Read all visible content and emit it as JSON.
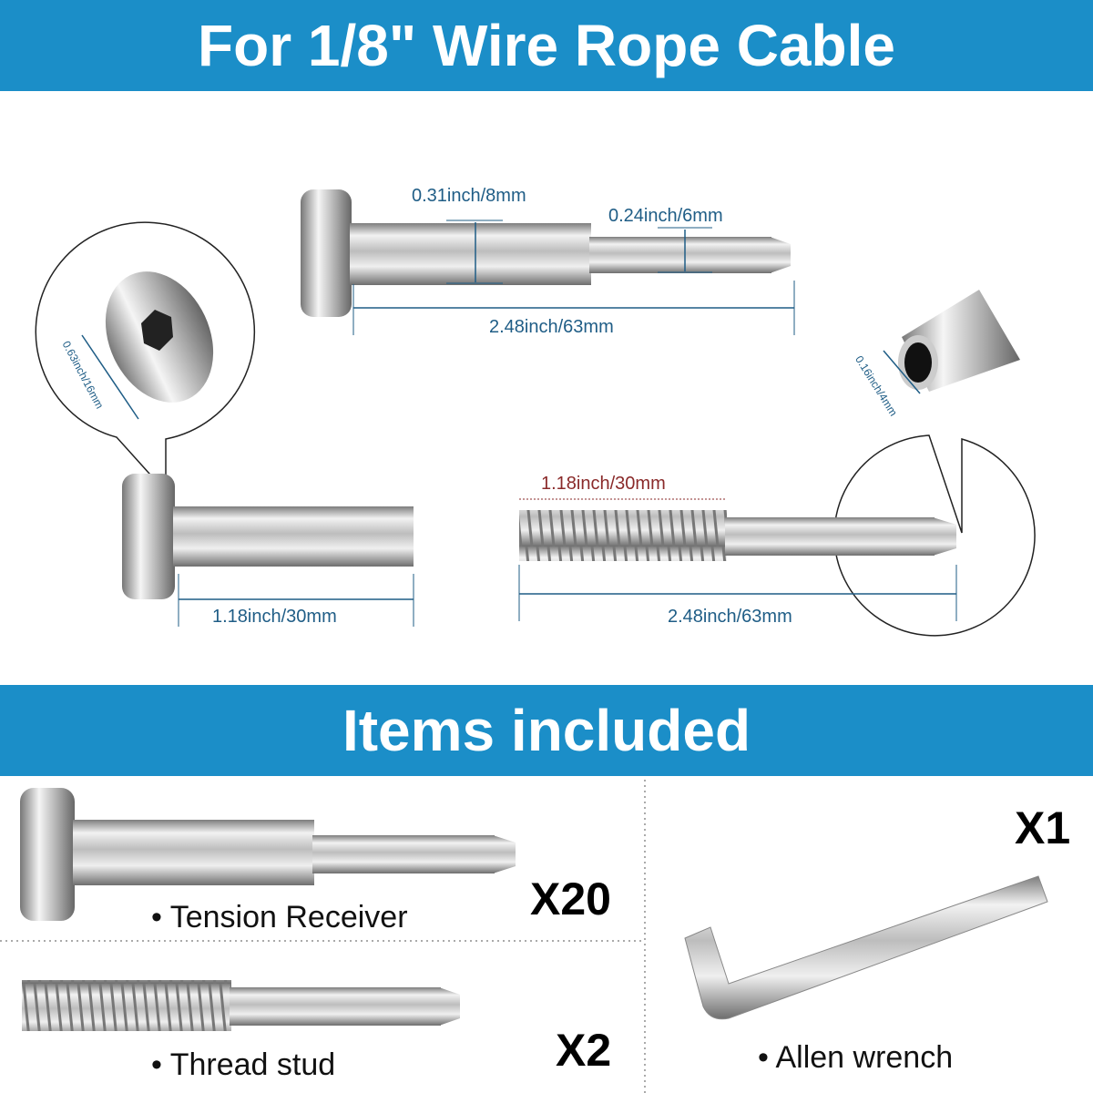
{
  "header": {
    "title": "For 1/8\" Wire Rope Cable"
  },
  "dimensions": {
    "receiver_shaft_diameter": "0.31inch/8mm",
    "receiver_tip_diameter": "0.24inch/6mm",
    "receiver_length": "2.48inch/63mm",
    "head_diameter": "0.63inch/16mm",
    "hole_diameter": "0.16inch/4mm",
    "stud_body_length": "1.18inch/30mm",
    "thread_length": "1.18inch/30mm",
    "stud_length": "2.48inch/63mm"
  },
  "items_section": {
    "title": "Items included",
    "items": [
      {
        "label": "• Tension Receiver",
        "qty": "X20"
      },
      {
        "label": "• Thread stud",
        "qty": "X2"
      },
      {
        "label": "• Allen wrench",
        "qty": "X1"
      }
    ]
  },
  "colors": {
    "banner": "#1b8ec8",
    "dimension_text": "#1f5d86"
  }
}
